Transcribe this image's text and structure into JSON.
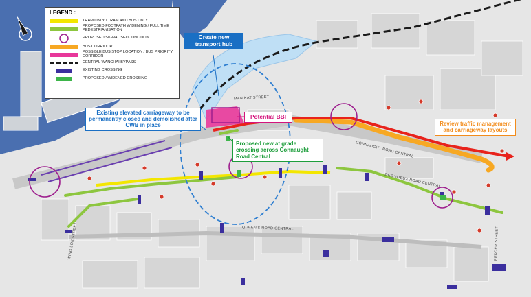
{
  "legend": {
    "title": "LEGEND :",
    "items": [
      {
        "label": "TRAM ONLY / TRAM AND BUS ONLY",
        "color": "#f3e600"
      },
      {
        "label": "PROPOSED FOOTPATH WIDENING / FULL TIME PEDESTRIANISATION",
        "color": "#8dc63f"
      },
      {
        "label": "PROPOSED SIGNALISED JUNCTION",
        "color": "#9e1f8e"
      },
      {
        "label": "BUS CORRIDOR",
        "color": "#f7a823"
      },
      {
        "label": "POSSIBLE BUS STOP LOCATION / BUS PRIORITY CORRIDOR",
        "color": "#e8379a"
      },
      {
        "label": "CENTRAL WANCHAI BYPASS",
        "color": "#1a1a1a"
      },
      {
        "label": "EXISTING CROSSING",
        "color": "#3b2f9e"
      },
      {
        "label": "PROPOSED / WIDENED CROSSING",
        "color": "#3db54a"
      }
    ]
  },
  "callouts": {
    "transport_hub": "Create new transport hub",
    "elevated_carriageway": "Existing elevated carriageway to be permanently closed and demolished after CWB in place",
    "potential_bbi": "Potential BBI",
    "grade_crossing": "Proposed new at grade crossing across Connaught Road Central",
    "review_traffic": "Review traffic management and carriageway layouts"
  },
  "streets": {
    "man_kat": "MAN KAT STREET",
    "connaught": "CONNAUGHT ROAD CENTRAL",
    "des_voeux": "DES VOEUX ROAD CENTRAL",
    "queens": "QUEEN'S ROAD CENTRAL",
    "left_street": "WING LOK STREET",
    "right_street": "PEDDER STREET"
  },
  "colors": {
    "water": "#4a6fb0",
    "land": "#e6e6e6",
    "tram": "#f3e600",
    "footpath": "#8dc63f",
    "junction": "#9e1f8e",
    "bus_corridor": "#f7a823",
    "bus_stop": "#e8379a",
    "bypass": "#1a1a1a",
    "existing_crossing": "#3b2f9e",
    "proposed_crossing": "#3db54a",
    "red_route": "#e8231c",
    "callout_blue": "#1a6fc4",
    "callout_green": "#1e9e3c",
    "callout_orange": "#f28c1c",
    "callout_pink": "#d4147c",
    "dashed_circle": "#2f7fd1"
  },
  "icons": {
    "compass": "north-arrow-icon",
    "bus_stop_marker": "bus-stop-marker-icon"
  }
}
